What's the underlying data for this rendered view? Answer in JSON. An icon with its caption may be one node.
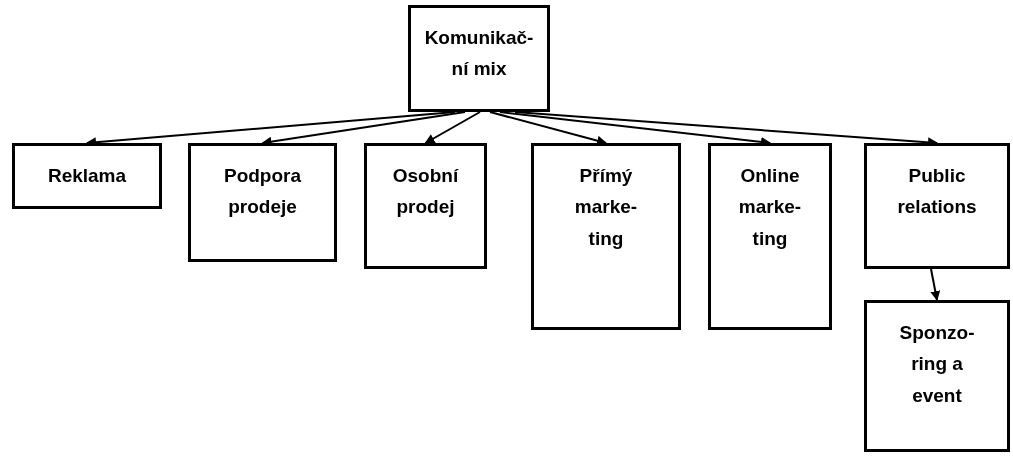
{
  "diagram": {
    "nodes": [
      {
        "text": [
          "Komunikač- ní mix"
        ]
      },
      {
        "text": [
          "Reklama"
        ]
      },
      {
        "text": [
          "Podpora prodeje"
        ]
      },
      {
        "text": [
          "Osobní prodej"
        ]
      },
      {
        "text": [
          "Přímý marke- ting"
        ]
      },
      {
        "text": [
          "Online marke- ting"
        ]
      },
      {
        "text": [
          "Public relations"
        ]
      },
      {
        "text": [
          "Sponzo- ring a event"
        ]
      }
    ],
    "edges": [
      {
        "from": 0,
        "to": 1,
        "arrow": "to"
      },
      {
        "from": 0,
        "to": 2,
        "arrow": "to"
      },
      {
        "from": 0,
        "to": 3,
        "arrow": "to"
      },
      {
        "from": 0,
        "to": 4,
        "arrow": "to"
      },
      {
        "from": 0,
        "to": 5,
        "arrow": "to"
      },
      {
        "from": 0,
        "to": 6,
        "arrow": "to"
      },
      {
        "from": 6,
        "to": 7,
        "arrow": "to"
      }
    ]
  }
}
